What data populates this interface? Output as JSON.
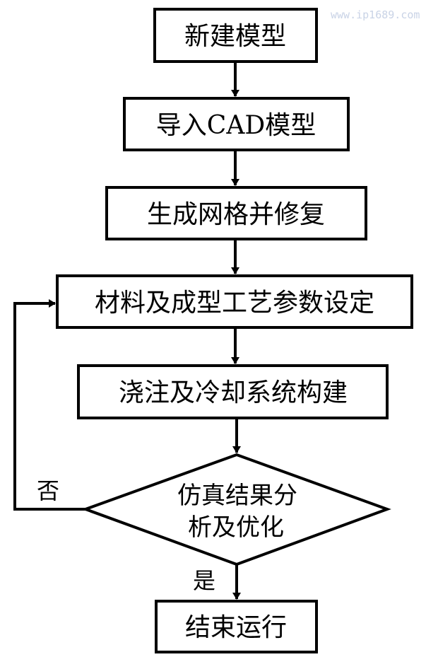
{
  "watermark": "www.ip1689.com",
  "flowchart": {
    "steps": [
      {
        "id": "new-model",
        "label": "新建模型"
      },
      {
        "id": "import-cad",
        "label": "导入CAD模型"
      },
      {
        "id": "mesh",
        "label": "生成网格并修复"
      },
      {
        "id": "params",
        "label": "材料及成型工艺参数设定"
      },
      {
        "id": "gating-cooling",
        "label": "浇注及冷却系统构建"
      }
    ],
    "decision": {
      "id": "analysis",
      "lines": [
        "仿真结果分",
        "析及优化"
      ],
      "no_label": "否",
      "yes_label": "是"
    },
    "end": {
      "id": "end",
      "label": "结束运行"
    }
  },
  "colors": {
    "stroke": "#000000",
    "background": "#ffffff",
    "watermark": "#c9d3e6"
  }
}
